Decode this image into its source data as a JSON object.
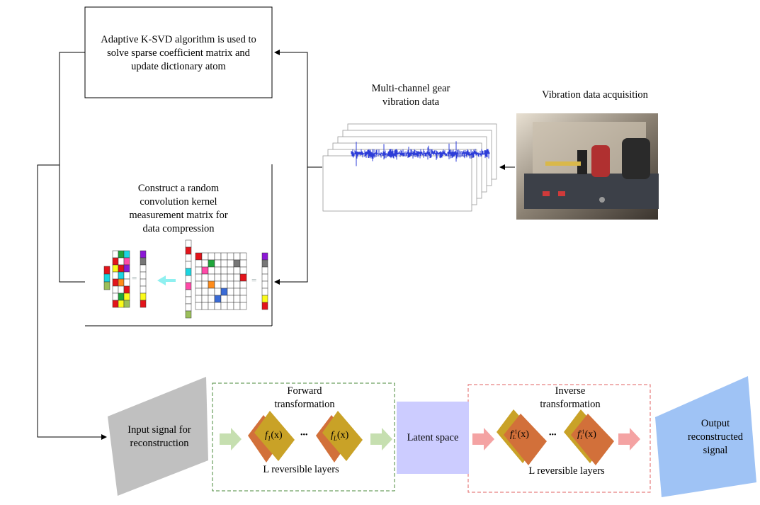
{
  "kvsd_box": {
    "line1": "Adaptive K-SVD algorithm is used to",
    "line2": "solve sparse coefficient matrix and",
    "line3": "update dictionary atom"
  },
  "multichannel": {
    "line1": "Multi-channel gear",
    "line2": "vibration data"
  },
  "acquisition": {
    "label": "Vibration data acquisition"
  },
  "construct": {
    "line1": "Construct a random",
    "line2": "convolution kernel",
    "line3": "measurement matrix for",
    "line4": "data compression"
  },
  "input_signal": {
    "line1": "Input signal for",
    "line2": "reconstruction"
  },
  "forward": {
    "line1": "Forward",
    "line2": "transformation",
    "layers": "L reversible layers",
    "f_first": "f",
    "f_first_sub": "1",
    "f_last": "f",
    "f_last_sub": "L",
    "arg": "(x)",
    "ellipsis": "•••"
  },
  "latent": {
    "label": "Latent space"
  },
  "inverse": {
    "line1": "Inverse",
    "line2": "transformation",
    "layers": "L reversible layers",
    "f_first": "f",
    "f_first_sub": "L",
    "f_last": "f",
    "f_last_sub": "1",
    "sup": "-1",
    "arg": "(x)",
    "ellipsis": "•••"
  },
  "output_signal": {
    "line1": "Output",
    "line2": "reconstructed",
    "line3": "signal"
  },
  "equals": "=",
  "colors": {
    "forward_border": "#4a8a3a",
    "inverse_border": "#e06060",
    "forward_arrow": "#c6dfb0",
    "inverse_arrow": "#f4a3a3",
    "latent": "#ccccff",
    "input_shape": "#c0c0c0",
    "output_shape": "#9fc3f5",
    "layer_orange": "#d2703a",
    "layer_gold": "#c9a227",
    "signal_blue": "#2d3dd8",
    "compress_arrow": "#8ff0f0"
  }
}
